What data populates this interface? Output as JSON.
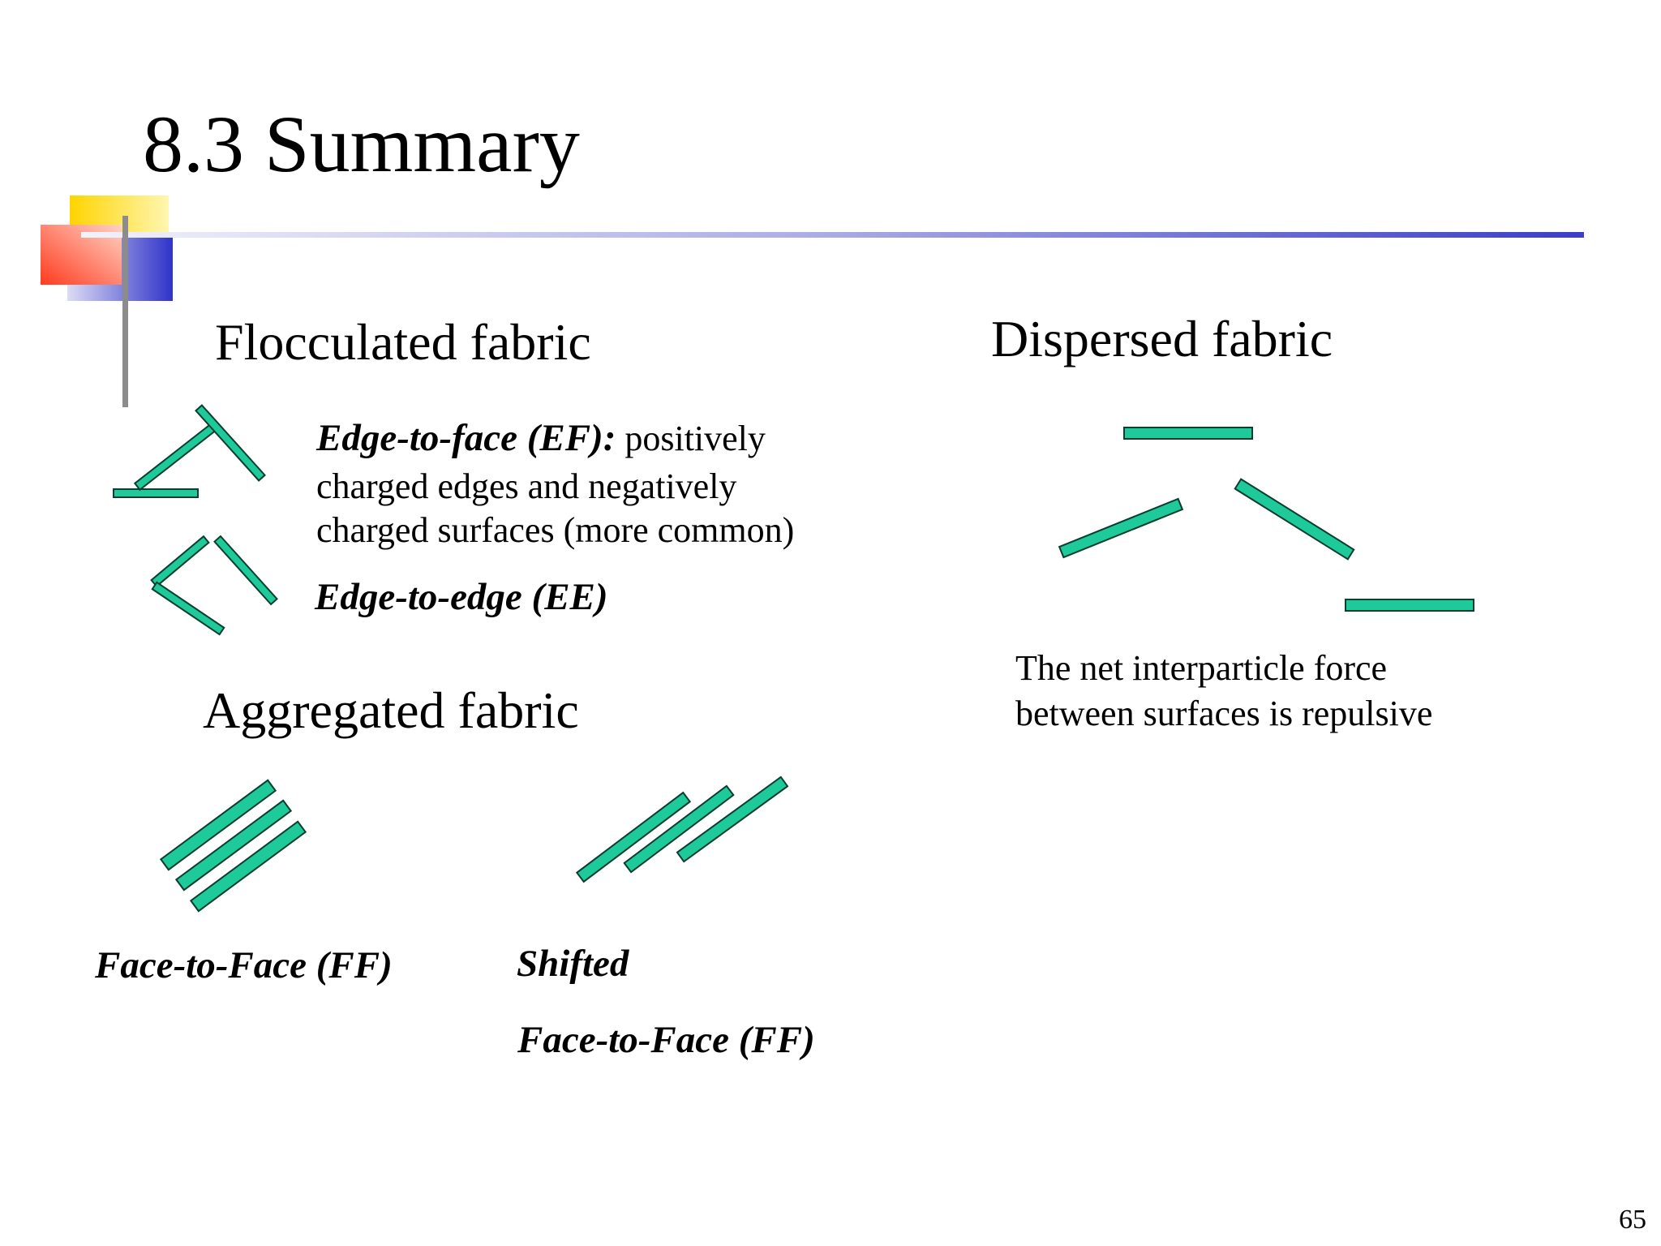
{
  "slide": {
    "title": "8.3 Summary",
    "slide_number": "65"
  },
  "flocculated": {
    "heading": "Flocculated fabric",
    "edge_to_face_label": "Edge-to-face (EF):",
    "edge_to_face_text_1": "positively",
    "edge_to_face_text_2": "charged edges and negatively",
    "edge_to_face_text_3": "charged surfaces (more common)",
    "edge_to_edge_label": "Edge-to-edge (EE)"
  },
  "dispersed": {
    "heading": "Dispersed fabric",
    "description_line_1": "The net interparticle force",
    "description_line_2": "between surfaces is repulsive"
  },
  "aggregated": {
    "heading": "Aggregated fabric",
    "face_to_face_label": "Face-to-Face (FF)",
    "shifted_label": "Shifted",
    "shifted_face_to_face_label": "Face-to-Face (FF)"
  },
  "colors": {
    "particle_fill": "#1ec99a",
    "particle_stroke": "#0a3d30",
    "accent_yellow": "#ffd400",
    "accent_red": "#ff3b1f",
    "accent_blue": "#2f33c8"
  }
}
